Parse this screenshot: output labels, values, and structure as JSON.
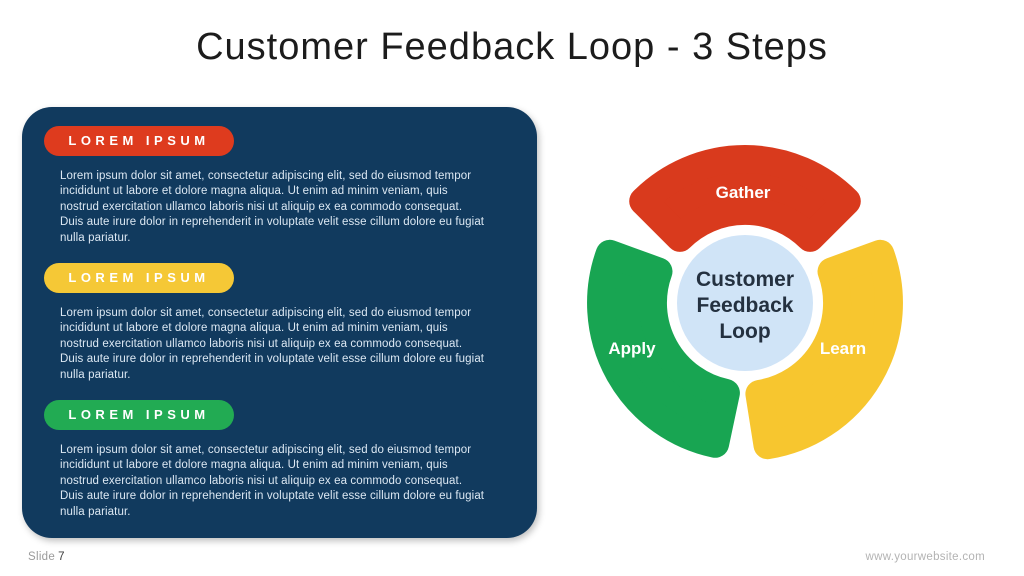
{
  "slide": {
    "title": "Customer Feedback Loop - 3 Steps",
    "footer_left_label": "Slide",
    "footer_left_number": "7",
    "footer_right": "www.yourwebsite.com"
  },
  "panel": {
    "background": "#113a5e",
    "sections": [
      {
        "label": "LOREM IPSUM",
        "color": "#de3b1e",
        "body": "Lorem ipsum dolor sit amet, consectetur adipiscing elit, sed do eiusmod tempor\nincididunt ut labore et dolore magna aliqua. Ut enim ad minim veniam, quis\nnostrud exercitation ullamco laboris nisi ut aliquip ex ea commodo consequat.\nDuis aute irure dolor in reprehenderit in voluptate velit esse cillum dolore eu fugiat\nnulla pariatur."
      },
      {
        "label": "LOREM IPSUM",
        "color": "#f5c836",
        "body": "Lorem ipsum dolor sit amet, consectetur adipiscing elit, sed do eiusmod tempor\nincididunt ut labore et dolore magna aliqua. Ut enim ad minim veniam, quis\nnostrud exercitation ullamco laboris nisi ut aliquip ex ea commodo consequat.\nDuis aute irure dolor in reprehenderit in voluptate velit esse cillum dolore eu fugiat\nnulla pariatur."
      },
      {
        "label": "LOREM IPSUM",
        "color": "#22ab53",
        "body": "Lorem ipsum dolor sit amet, consectetur adipiscing elit, sed do eiusmod tempor\nincididunt ut labore et dolore magna aliqua. Ut enim ad minim veniam, quis\nnostrud exercitation ullamco laboris nisi ut aliquip ex ea commodo consequat.\nDuis aute irure dolor in reprehenderit in voluptate velit esse cillum dolore eu fugiat\nnulla pariatur."
      }
    ]
  },
  "diagram": {
    "center_color": "#d0e4f7",
    "center_text_color": "#243140",
    "center_label": [
      "Customer",
      "Feedback",
      "Loop"
    ],
    "segments": [
      {
        "label": "Gather",
        "color": "#d93a1d"
      },
      {
        "label": "Apply",
        "color": "#18a552"
      },
      {
        "label": "Learn",
        "color": "#f7c62f"
      }
    ]
  }
}
